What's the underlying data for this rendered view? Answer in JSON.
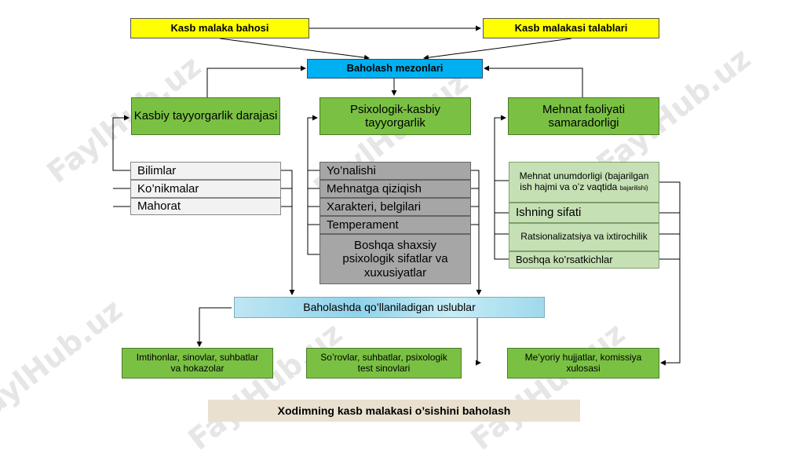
{
  "top": {
    "left": "Kasb malaka bahosi",
    "right": "Kasb malakasi talablari"
  },
  "center": "Baholash mezonlari",
  "columns": {
    "left": "Kasbiy tayyorgarlik darajasi",
    "mid": "Psixologik-kasbiy tayyorgarlik",
    "right": "Mehnat faoliyati samaradorligi"
  },
  "left_items": [
    "Bilimlar",
    "Ko’nikmalar",
    "Mahorat"
  ],
  "mid_items": [
    "Yo’nalishi",
    "Mehnatga qiziqish",
    "Xarakteri, belgilari",
    "Temperament",
    "Boshqa shaxsiy psixologik sifatlar va xuxusiyatlar"
  ],
  "right_items": {
    "item1_main": "Mehnat unumdorligi (bajarilgan ish hajmi va o’z vaqtida",
    "item1_small": "bajarilishi)",
    "item2": "Ishning sifati",
    "item3": "Ratsionalizatsiya va ixtirochilik",
    "item4": "Boshqa ko’rsatkichlar"
  },
  "methods": "Baholashda qo’llaniladigan uslublar",
  "bottom": {
    "left": "Imtihonlar, sinovlar, suhbatlar va hokazolar",
    "mid": "So’rovlar, suhbatlar, psixologik test sinovlari",
    "right": "Me’yoriy hujjatlar, komissiya xulosasi"
  },
  "footer": "Xodimning kasb malakasi o’sishini baholash",
  "watermark": "FaylHub.uz"
}
